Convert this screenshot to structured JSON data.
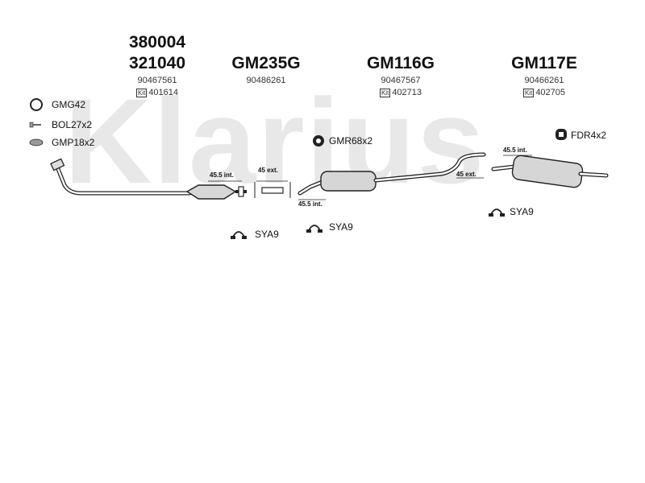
{
  "watermark": "Klarius",
  "columns": [
    {
      "part_numbers": [
        "380004",
        "321040"
      ],
      "oe_number": "90467561",
      "kit_number": "401614"
    },
    {
      "part_numbers": [
        "GM235G"
      ],
      "oe_number": "90486261",
      "kit_number": ""
    },
    {
      "part_numbers": [
        "GM116G"
      ],
      "oe_number": "90467567",
      "kit_number": "402713"
    },
    {
      "part_numbers": [
        "GM117E"
      ],
      "oe_number": "90466261",
      "kit_number": "402705"
    }
  ],
  "kit_tag": "Kit",
  "fittings": {
    "gmg42": "GMG42",
    "bol": "BOL27x2",
    "gmp": "GMP18x2",
    "gmr": "GMR68x2",
    "fdr": "FDR4x2",
    "sya_1": "SYA9",
    "sya_2": "SYA9",
    "sya_3": "SYA9"
  },
  "dimensions": {
    "d1": "45.5 int.",
    "d2": "45 ext.",
    "d3": "45.5 int.",
    "d4": "45.5 int.",
    "d5": "45 ext."
  }
}
